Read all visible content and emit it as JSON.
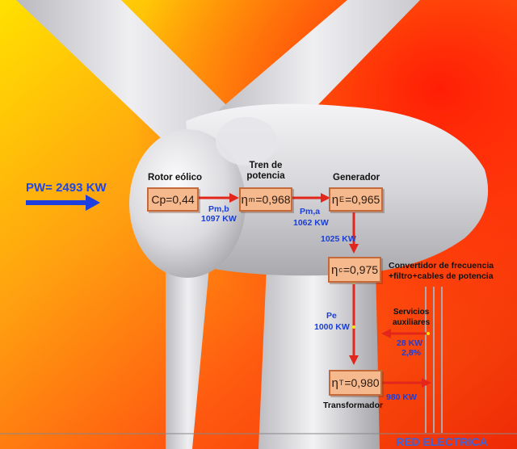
{
  "colors": {
    "flow_arrow": "#e3261b",
    "input_arrow": "#1e3fe0",
    "box_fill": "#f6b98e",
    "box_border": "#c46a3a",
    "label_blue": "#1b3fd6"
  },
  "input": {
    "label": "PW= 2493 KW"
  },
  "stages": {
    "rotor": {
      "title": "Rotor eólico",
      "value": "Cp=0,44"
    },
    "tren": {
      "title_line1": "Tren de",
      "title_line2": "potencia",
      "symbol": "η",
      "sub": "m",
      "value": "=0,968"
    },
    "generador": {
      "title": "Generador",
      "symbol": "η",
      "sub": "E",
      "value": "=0,965"
    },
    "convertidor": {
      "title_line1": "Convertidor de frecuencia",
      "title_line2": "+filtro+cables de potencia",
      "symbol": "η",
      "sub": "c",
      "value": "=0,975"
    },
    "transformador": {
      "title": "Transformador",
      "symbol": "η",
      "sub": "T",
      "value": "=0,980"
    }
  },
  "flows": {
    "pmb_label": "Pm,b",
    "pmb_value": "1097 KW",
    "pma_label": "Pm,a",
    "pma_value": "1062 KW",
    "gen_out": "1025 KW",
    "pe_label": "Pe",
    "pe_value": "1000 KW",
    "output": "980 KW"
  },
  "auxiliares": {
    "line1": "Servicios",
    "line2": "auxiliares",
    "value": "28 KW",
    "percent": "2,8%"
  },
  "grid": {
    "label": "RED ELECTRICA"
  }
}
